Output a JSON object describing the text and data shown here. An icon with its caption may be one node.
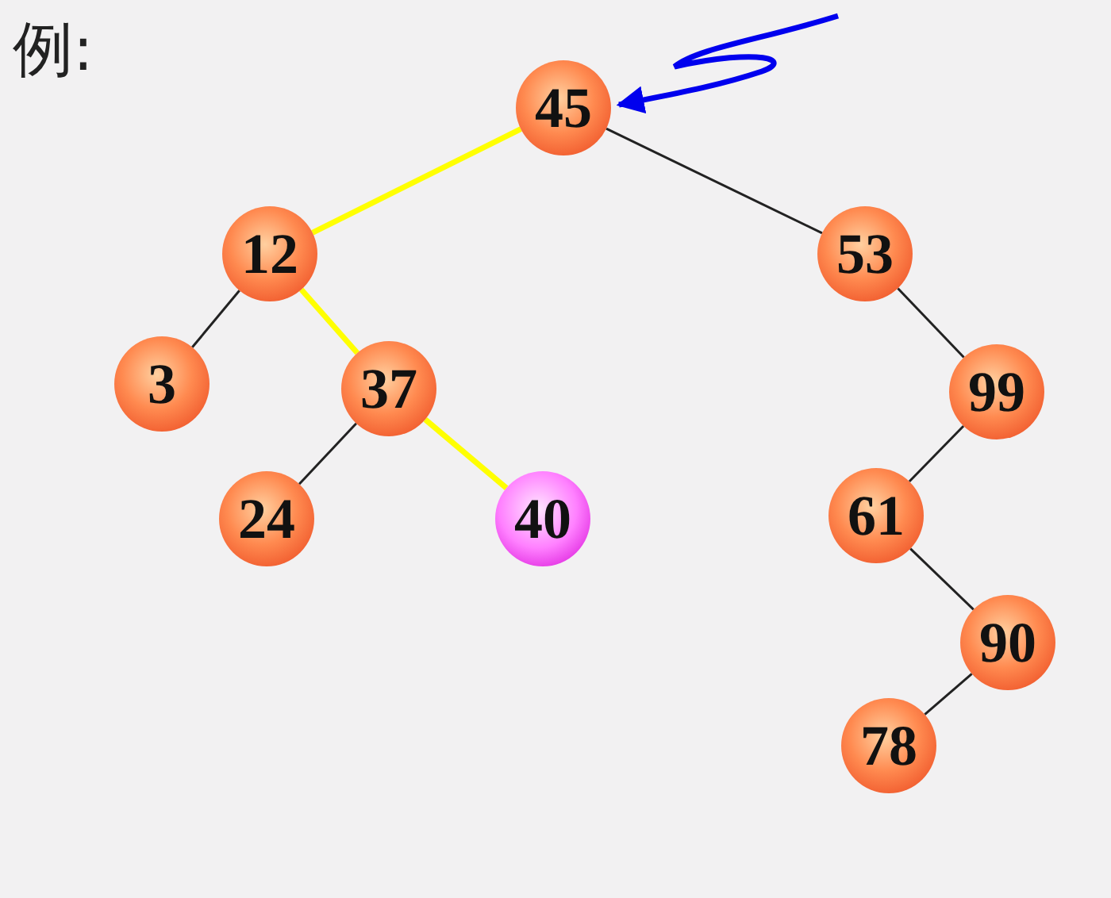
{
  "diagram": {
    "title": "例:",
    "nodes": [
      {
        "text": [
          "45"
        ]
      },
      {
        "text": [
          "12"
        ]
      },
      {
        "text": [
          "53"
        ]
      },
      {
        "text": [
          "3"
        ]
      },
      {
        "text": [
          "37"
        ]
      },
      {
        "text": [
          "99"
        ]
      },
      {
        "text": [
          "24"
        ]
      },
      {
        "text": [
          "40"
        ]
      },
      {
        "text": [
          "61"
        ]
      },
      {
        "text": [
          "90"
        ]
      },
      {
        "text": [
          "78"
        ]
      }
    ],
    "edges": [
      {
        "from": null,
        "to": 0,
        "arrow": "to",
        "style": "thick",
        "color": "#0000ee"
      },
      {
        "from": 0,
        "to": 1,
        "arrow": "none",
        "style": "thick",
        "color": "#ffff00"
      },
      {
        "from": 0,
        "to": 2,
        "arrow": "none"
      },
      {
        "from": 1,
        "to": 3,
        "arrow": "none"
      },
      {
        "from": 1,
        "to": 4,
        "arrow": "none",
        "style": "thick",
        "color": "#ffff00"
      },
      {
        "from": 4,
        "to": 6,
        "arrow": "none"
      },
      {
        "from": 4,
        "to": 7,
        "arrow": "none",
        "style": "thick",
        "color": "#ffff00"
      },
      {
        "from": 2,
        "to": 5,
        "arrow": "none"
      },
      {
        "from": 5,
        "to": 8,
        "arrow": "none"
      },
      {
        "from": 8,
        "to": 9,
        "arrow": "none"
      },
      {
        "from": 9,
        "to": 10,
        "arrow": "none"
      }
    ]
  }
}
